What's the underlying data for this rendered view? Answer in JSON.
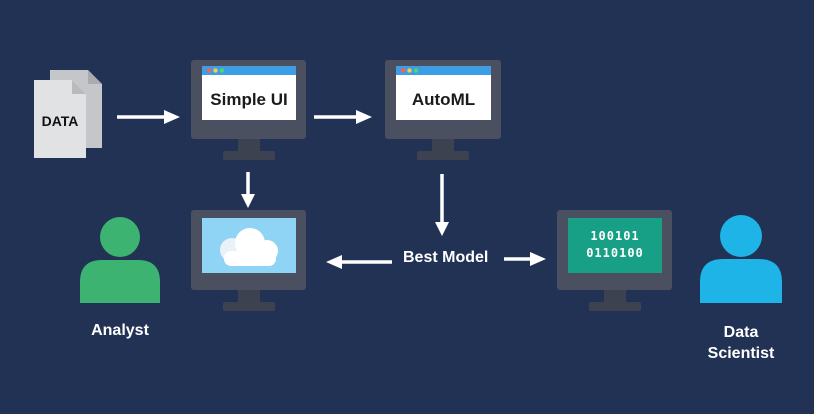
{
  "document": {
    "icon": "document-icon",
    "label": "DATA"
  },
  "monitors": {
    "simple_ui": {
      "label": "Simple UI",
      "icon": "monitor-icon"
    },
    "automl": {
      "label": "AutoML",
      "icon": "monitor-icon"
    },
    "cloud": {
      "icon": "cloud-icon"
    },
    "binary": {
      "icon": "binary-code-icon",
      "row1": "100101",
      "row2": "0110100"
    }
  },
  "best_model": {
    "label": "Best Model"
  },
  "people": {
    "analyst": {
      "label": "Analyst",
      "icon": "person-icon",
      "color": "#3cb371"
    },
    "data_scientist": {
      "line1": "Data",
      "line2": "Scientist",
      "icon": "person-icon",
      "color": "#1eb4e8"
    }
  },
  "colors": {
    "background": "#223255",
    "monitor_body": "#4a5060",
    "monitor_stand": "#3d4250",
    "titlebar": "#3d9ee6",
    "cloud_screen": "#8fd3f5",
    "binary_screen": "#17a086",
    "arrow": "#ffffff"
  }
}
